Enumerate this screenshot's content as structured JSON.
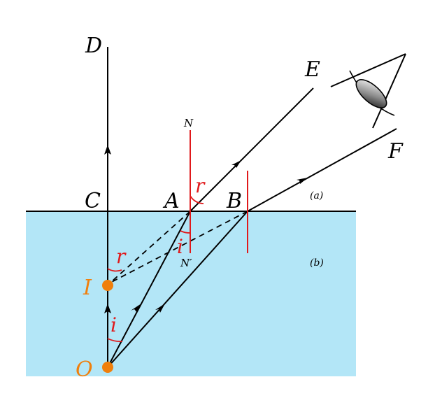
{
  "diagram": {
    "labels": {
      "D": "D",
      "E": "E",
      "F": "F",
      "N": "N",
      "N_prime": "N′",
      "C": "C",
      "A": "A",
      "B": "B",
      "I": "I",
      "O": "O",
      "r_top": "r",
      "r_left": "r",
      "i_mid": "i",
      "i_bottom": "i",
      "medium_a": "(a)",
      "medium_b": "(b)"
    },
    "colors": {
      "water": "#b3e6f7",
      "normal_line": "#e0191b",
      "angle_label": "#e0191b",
      "point": "#f07f0c",
      "ray": "#000000"
    },
    "icons": [
      "eye-icon"
    ]
  }
}
